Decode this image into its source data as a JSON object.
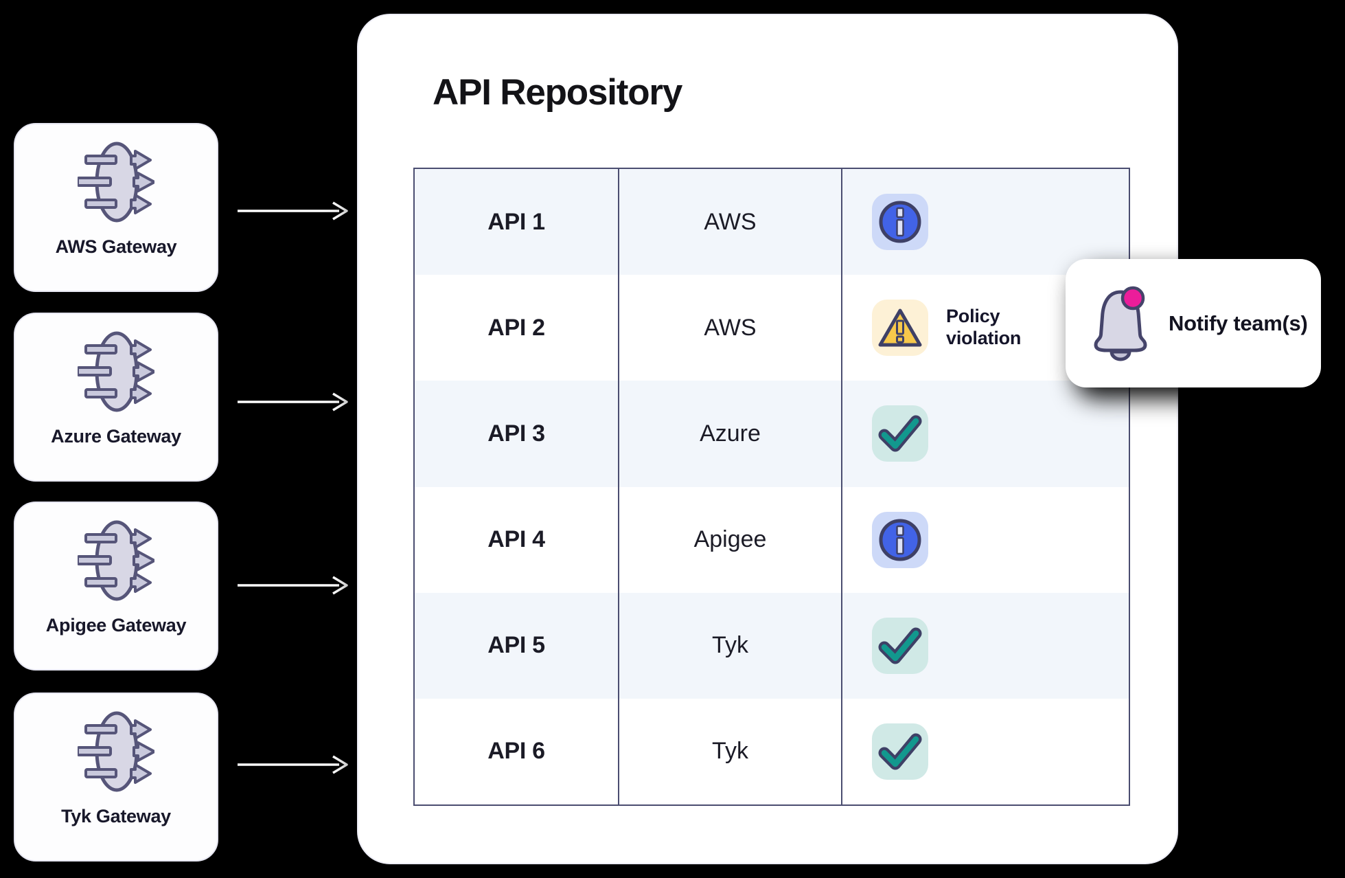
{
  "title": "API Repository",
  "gateways": [
    {
      "label": "AWS Gateway"
    },
    {
      "label": "Azure Gateway"
    },
    {
      "label": "Apigee Gateway"
    },
    {
      "label": "Tyk Gateway"
    }
  ],
  "table": {
    "rows": [
      {
        "api": "API 1",
        "gateway": "AWS",
        "status": "info",
        "status_label": ""
      },
      {
        "api": "API 2",
        "gateway": "AWS",
        "status": "warning",
        "status_label": "Policy violation"
      },
      {
        "api": "API 3",
        "gateway": "Azure",
        "status": "ok",
        "status_label": ""
      },
      {
        "api": "API 4",
        "gateway": "Apigee",
        "status": "info",
        "status_label": ""
      },
      {
        "api": "API 5",
        "gateway": "Tyk",
        "status": "ok",
        "status_label": ""
      },
      {
        "api": "API 6",
        "gateway": "Tyk",
        "status": "ok",
        "status_label": ""
      }
    ]
  },
  "notify": {
    "label": "Notify team(s)"
  },
  "icons": {
    "gateway": "gateway-flow-icon",
    "info": "info-icon",
    "warning": "warning-triangle-icon",
    "ok": "check-icon",
    "bell": "notification-bell-icon",
    "arrow": "right-arrow-connector"
  },
  "colors": {
    "background": "#000000",
    "panel": "#ffffff",
    "row_alt": "#f2f6fb",
    "table_border": "#4a4d70",
    "info_blue": "#4263e7",
    "info_chip": "#cdd9f8",
    "warning_amber": "#f7c84b",
    "warning_chip": "#fdf1d6",
    "ok_teal": "#12988e",
    "ok_chip": "#d0e9e6",
    "badge_pink": "#eb1d9a",
    "icon_outline": "#3e4066",
    "lavender_fill": "#d8d7e5",
    "arrow_white": "#ffffff"
  }
}
